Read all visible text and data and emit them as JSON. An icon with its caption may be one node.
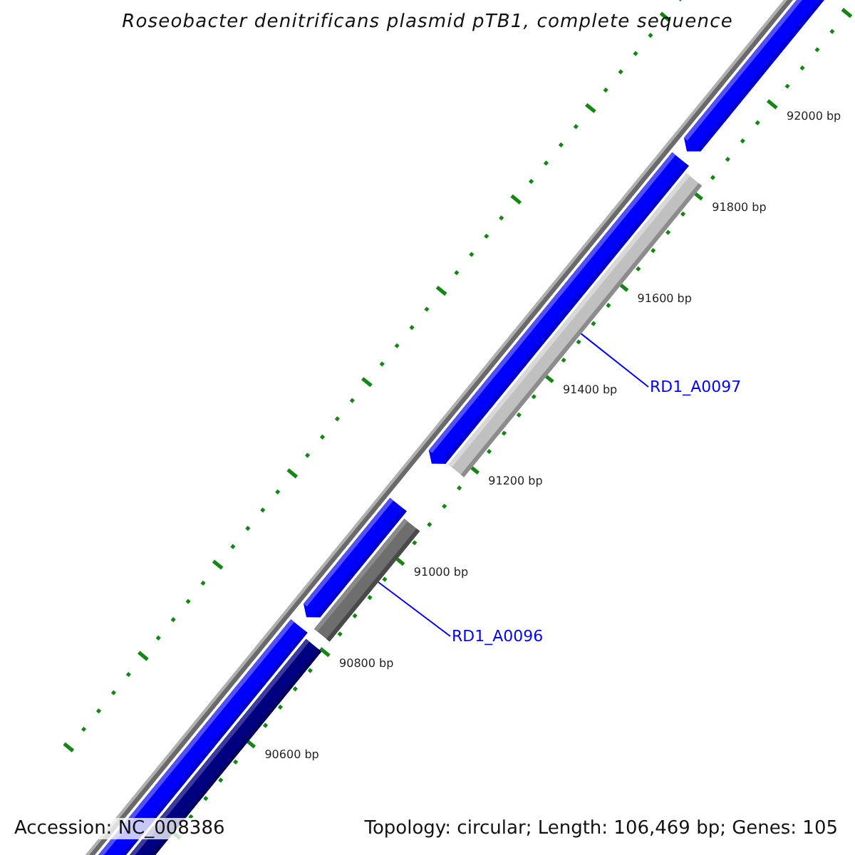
{
  "diagram": {
    "title": "Roseobacter denitrificans plasmid pTB1, complete sequence",
    "nodes": [
      {
        "text": [],
        "shape": "bar"
      },
      {
        "text": [
          "RD1_A0097"
        ]
      },
      {
        "text": [],
        "shape": "bar"
      },
      {
        "text": [
          "RD1_A0096"
        ]
      }
    ],
    "edges": [
      {
        "from": 1,
        "to": 0,
        "arrow": "none"
      },
      {
        "from": 3,
        "to": 2,
        "arrow": "none"
      }
    ],
    "labels": [
      "92000 bp",
      "91800 bp",
      "91600 bp",
      "91400 bp",
      "91200 bp",
      "91000 bp",
      "90800 bp",
      "90600 bp",
      "Accession: NC_008386",
      "Topology: circular; Length: 106,469 bp; Genes: 105"
    ]
  }
}
